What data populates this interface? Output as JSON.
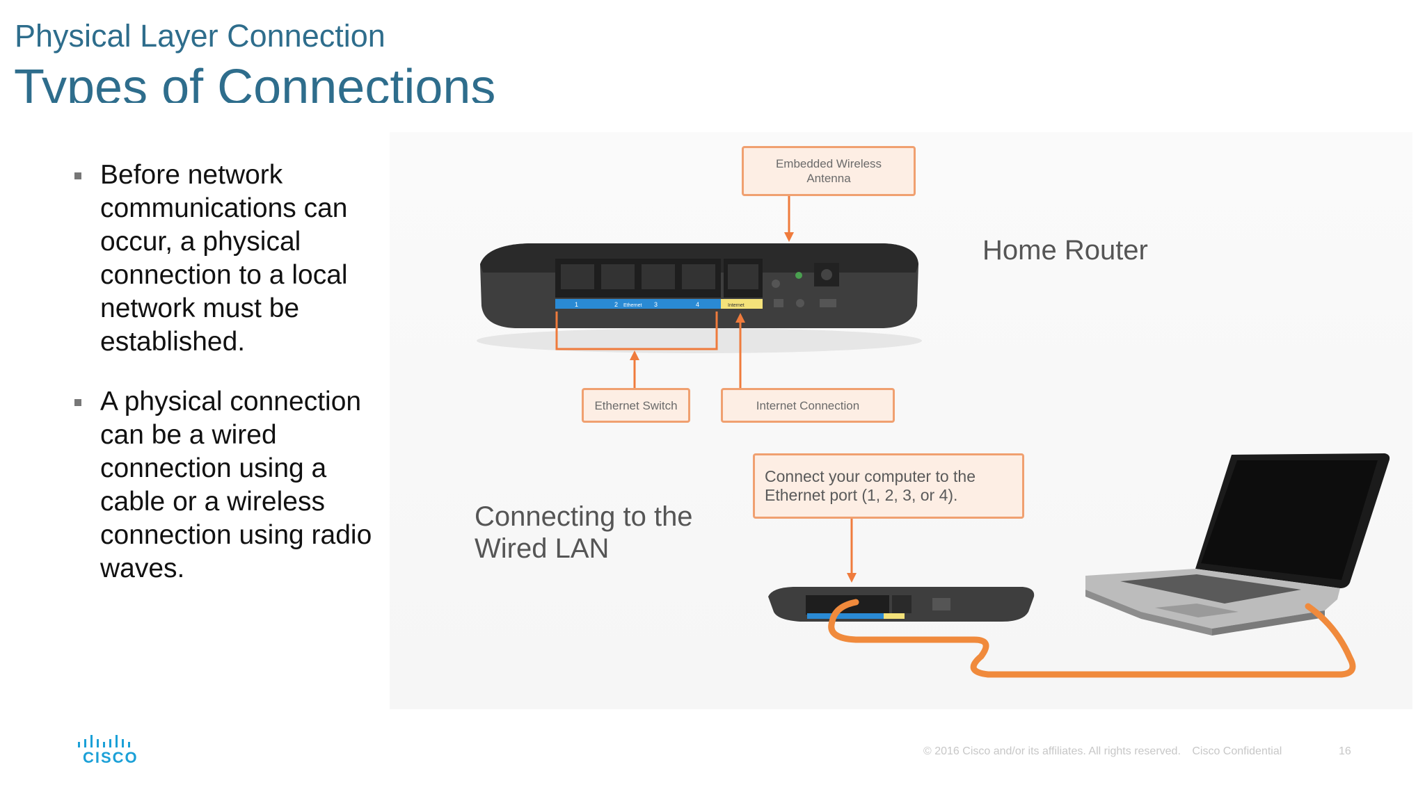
{
  "slide": {
    "subtitle": "Physical Layer Connection",
    "title": "Types of Connections",
    "bullets": [
      "Before network communications can occur, a physical connection to a local network must be established.",
      "A physical connection can be a wired connection using a cable or a wireless connection using radio waves."
    ]
  },
  "figure": {
    "antenna_label_line1": "Embedded Wireless",
    "antenna_label_line2": "Antenna",
    "home_router_label": "Home Router",
    "ethernet_switch_label": "Ethernet Switch",
    "internet_connection_label": "Internet Connection",
    "connect_instruction_line1": "Connect your computer to the",
    "connect_instruction_line2": "Ethernet port (1, 2, 3, or 4).",
    "wired_lan_line1": "Connecting to the",
    "wired_lan_line2": "Wired LAN",
    "port_numbers": [
      "1",
      "2",
      "3",
      "4"
    ],
    "port_strip_label": "Ethernet",
    "internet_port_label": "Internet",
    "colors": {
      "callout_border": "#f0a070",
      "callout_fill": "#fdeee4",
      "arrow": "#ef7b3c",
      "cable": "#f08a3c",
      "ethernet_strip": "#2a8ad4",
      "internet_strip": "#f4e27a"
    }
  },
  "footer": {
    "logo_text": "CISCO",
    "copyright": "© 2016 Cisco and/or its affiliates. All rights reserved.",
    "confidential": "Cisco Confidential",
    "page_number": "16"
  }
}
